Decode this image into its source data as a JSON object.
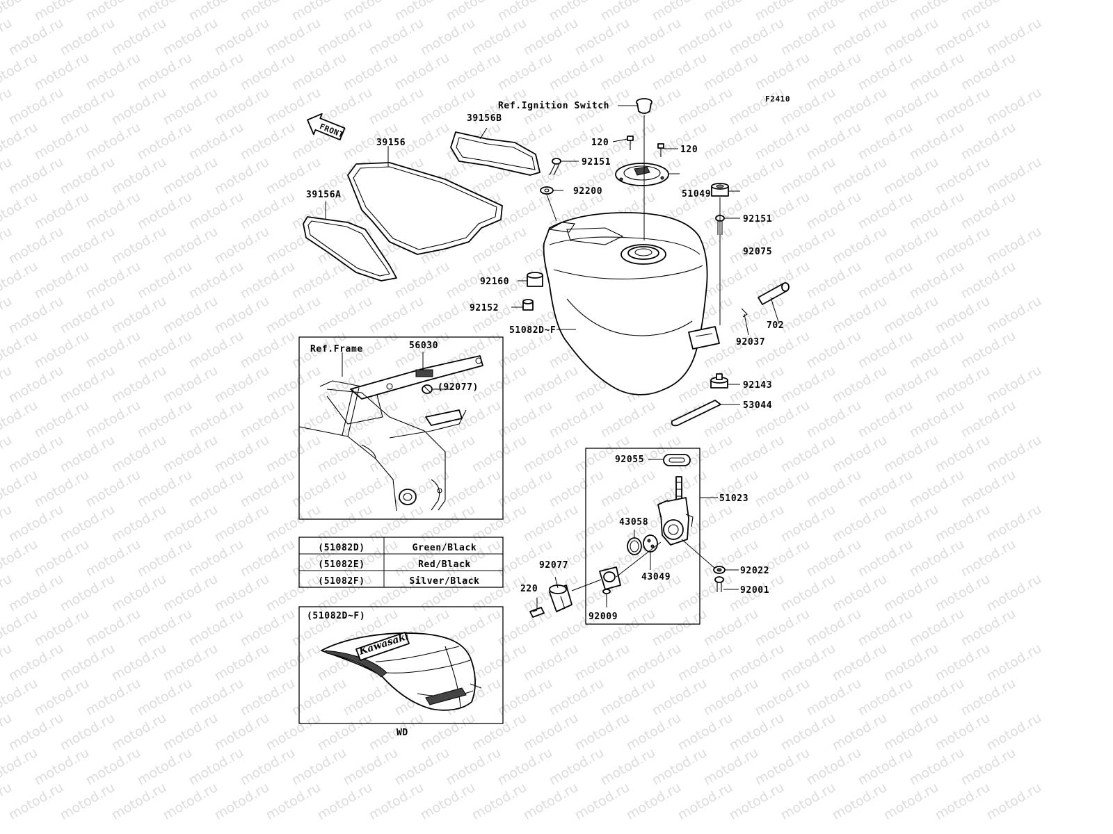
{
  "figure_code": "F2410",
  "watermark_text": "motod.ru",
  "front_arrow_text": "FRONT",
  "parts": {
    "ignition_ref": "Ref.Ignition Switch",
    "decal_39156B": "39156B",
    "decal_39156": "39156",
    "decal_39156A": "39156A",
    "bolt_120_left": "120",
    "bolt_120_right": "120",
    "bolt_92151_top": "92151",
    "washer_92200": "92200",
    "cap_51049": "51049",
    "bolt_92151_right": "92151",
    "damper_92075": "92075",
    "damper_92160": "92160",
    "collar_702": "702",
    "damper_92152": "92152",
    "tank_51082": "51082D~F",
    "clip_92037": "92037",
    "damper_92143": "92143",
    "strap_53044": "53044"
  },
  "frame_inset": {
    "ref_frame": "Ref.Frame",
    "bracket_56030": "56030",
    "grommet_92077": "(92077)"
  },
  "fuel_cock": {
    "gasket_92055": "92055",
    "cock_51023": "51023",
    "oring_43058": "43058",
    "gasket_43049": "43049",
    "washer_92022": "92022",
    "screw_92001": "92001",
    "knob_92077": "92077",
    "screw_220": "220",
    "screw_92009": "92009"
  },
  "color_table": [
    {
      "code": "(51082D)",
      "color": "Green/Black"
    },
    {
      "code": "(51082E)",
      "color": "Red/Black"
    },
    {
      "code": "(51082F)",
      "color": "Silver/Black"
    }
  ],
  "tank_inset": {
    "code": "(51082D~F)",
    "logo": "Kawasaki",
    "caption": "WD"
  }
}
